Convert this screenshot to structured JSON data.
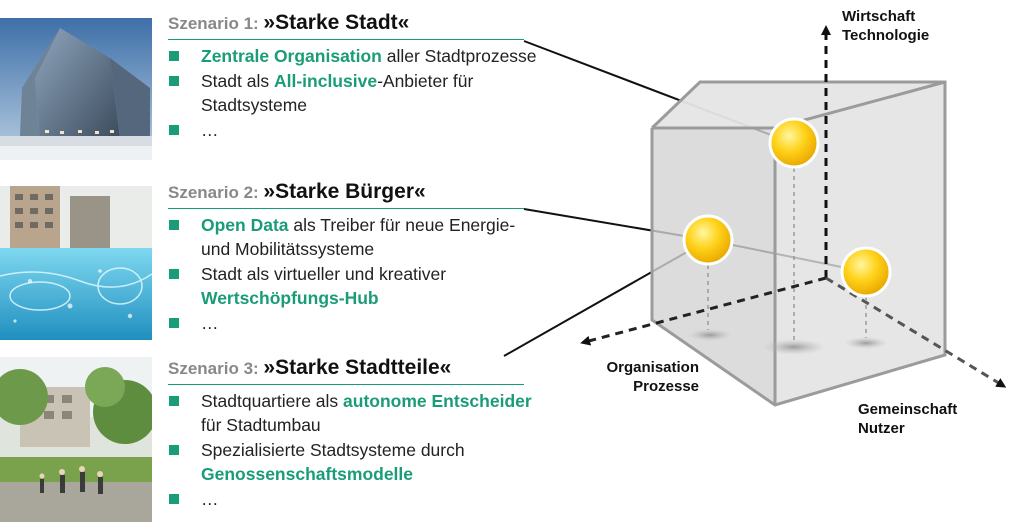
{
  "scenarios": [
    {
      "prefix": "Szenario 1: ",
      "title": "»Starke Stadt«",
      "bullets": [
        [
          {
            "t": "Zentrale Organisation",
            "em": true
          },
          {
            "t": " aller Stadtprozesse",
            "em": false
          }
        ],
        [
          {
            "t": "Stadt als ",
            "em": false
          },
          {
            "t": "All-inclusive",
            "em": true
          },
          {
            "t": "-Anbieter für Stadtsysteme",
            "em": false
          }
        ],
        [
          {
            "t": "…",
            "em": false
          }
        ]
      ]
    },
    {
      "prefix": "Szenario 2: ",
      "title": "»Starke Bürger«",
      "bullets": [
        [
          {
            "t": "Open Data",
            "em": true
          },
          {
            "t": " als Treiber für neue Energie- und Mobilitätssysteme",
            "em": false
          }
        ],
        [
          {
            "t": "Stadt als virtueller und kreativer ",
            "em": false
          },
          {
            "t": "Wertschöpfungs-Hub",
            "em": true
          }
        ],
        [
          {
            "t": "…",
            "em": false
          }
        ]
      ]
    },
    {
      "prefix": "Szenario 3: ",
      "title": "»Starke Stadtteile«",
      "bullets": [
        [
          {
            "t": "Stadtquartiere als ",
            "em": false
          },
          {
            "t": "autonome Entscheider",
            "em": true
          },
          {
            "t": " für Stadtumbau",
            "em": false
          }
        ],
        [
          {
            "t": "Spezialisierte Stadtsysteme durch ",
            "em": false
          },
          {
            "t": "Genossenschaftsmodelle",
            "em": true
          }
        ],
        [
          {
            "t": "…",
            "em": false
          }
        ]
      ]
    }
  ],
  "axes": {
    "vertical": [
      "Wirtschaft",
      "Technologie"
    ],
    "left": [
      "Organisation",
      "Prozesse"
    ],
    "right": [
      "Gemeinschaft",
      "Nutzer"
    ]
  },
  "colors": {
    "accent": "#1b9c78",
    "ball": "#ffd21a",
    "cube": "#d9d9d9"
  }
}
